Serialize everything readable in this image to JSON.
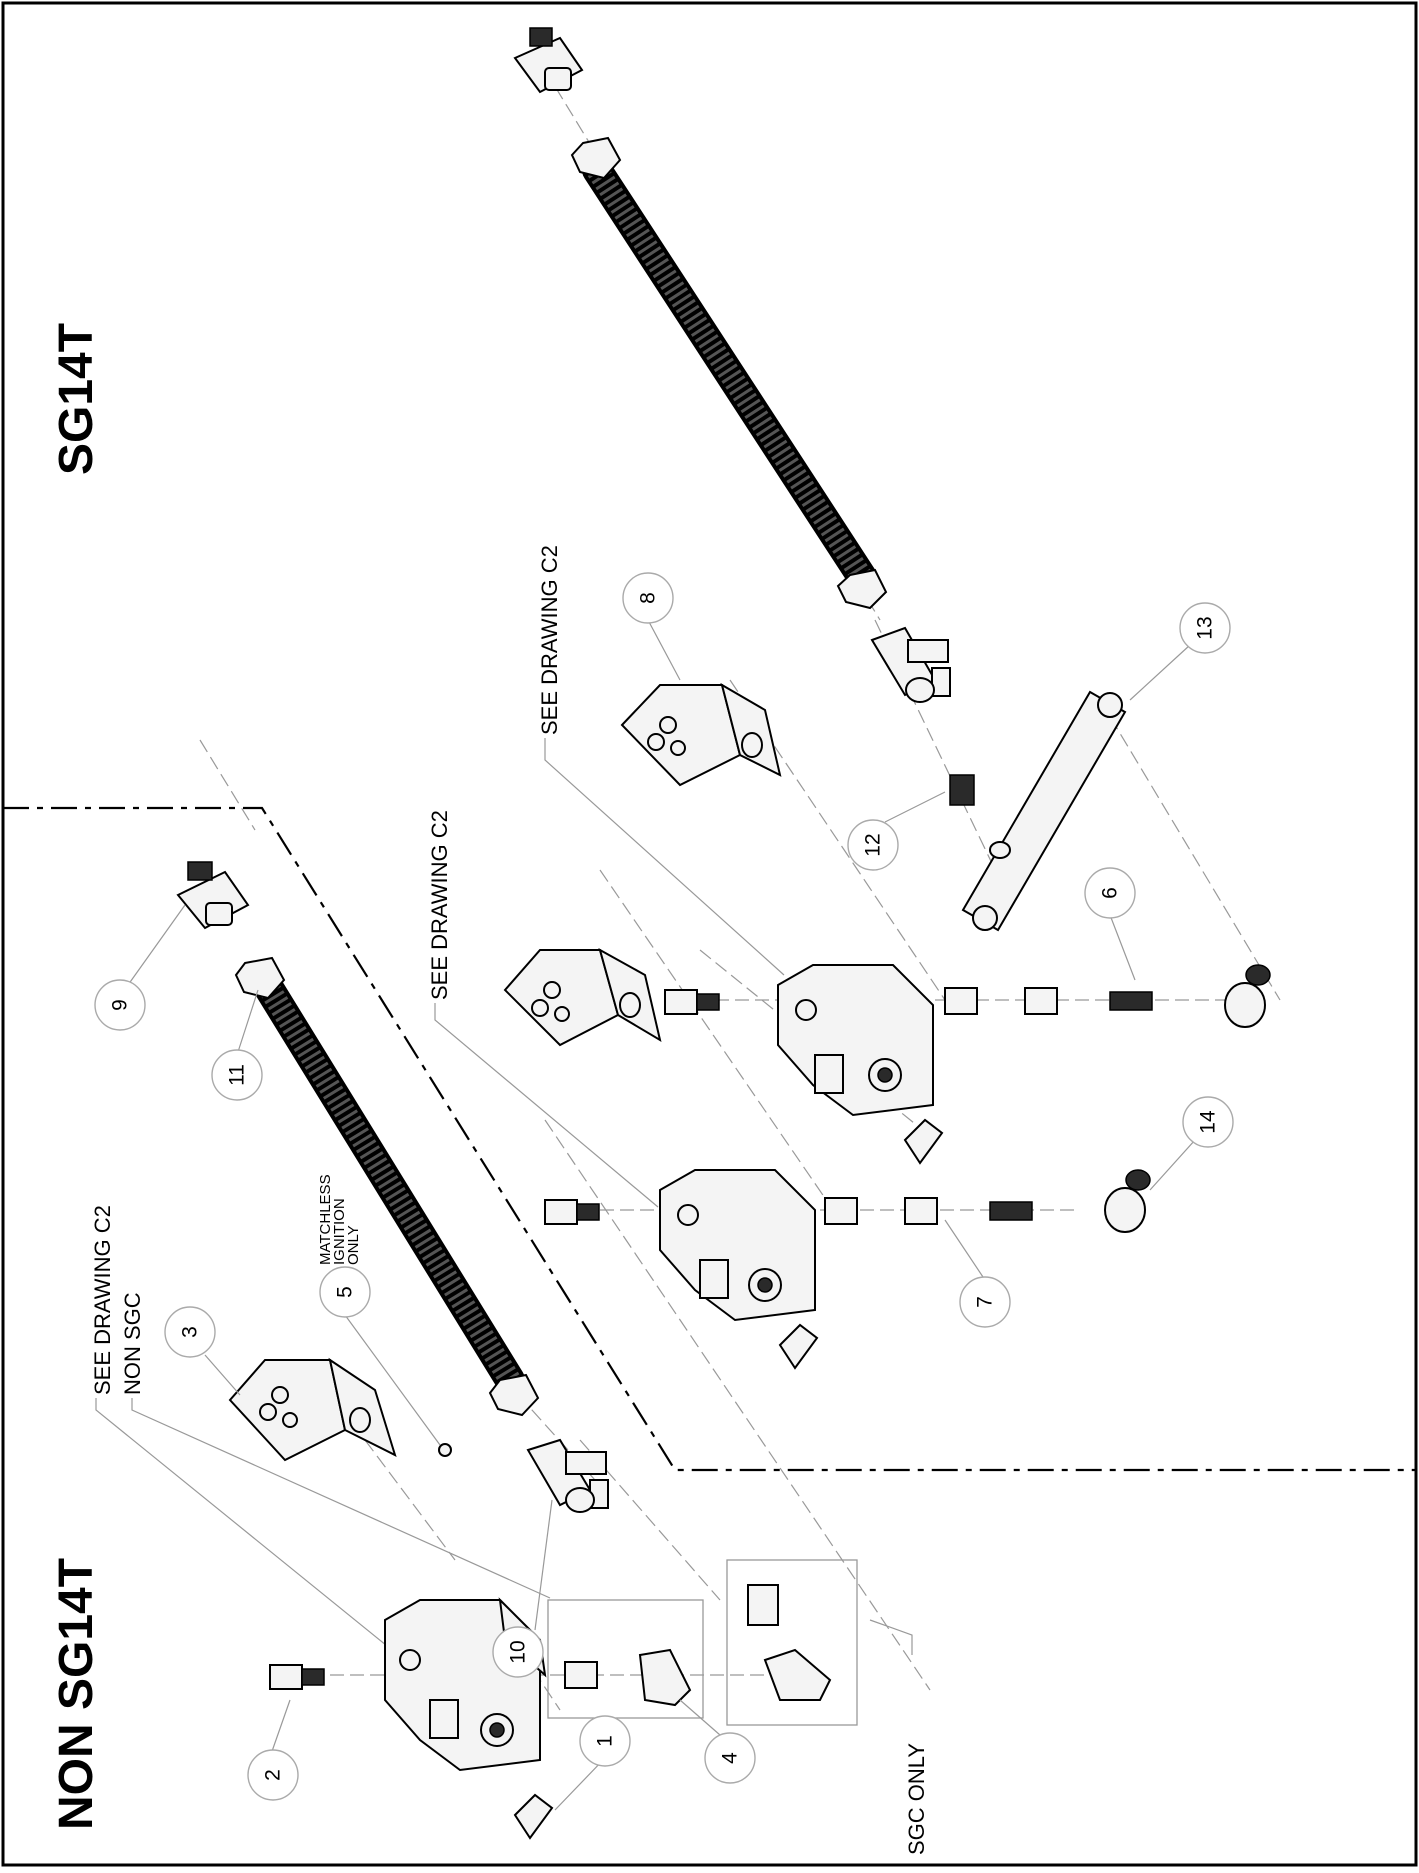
{
  "diagram": {
    "sections": {
      "non_sg14t_title": "NON SG14T",
      "sg14t_title": "SG14T"
    },
    "notes": {
      "see_drawing_c2_a": "SEE DRAWING C2",
      "non_sgc": "NON SGC",
      "see_drawing_c2_b": "SEE DRAWING C2",
      "see_drawing_c2_c": "SEE DRAWING C2",
      "sgc_only": "SGC ONLY",
      "matchless_line1": "MATCHLESS",
      "matchless_line2": "IGNITION",
      "matchless_line3": "ONLY"
    },
    "callouts": [
      "1",
      "2",
      "3",
      "4",
      "5",
      "6",
      "7",
      "8",
      "9",
      "10",
      "11",
      "12",
      "13",
      "14"
    ]
  }
}
